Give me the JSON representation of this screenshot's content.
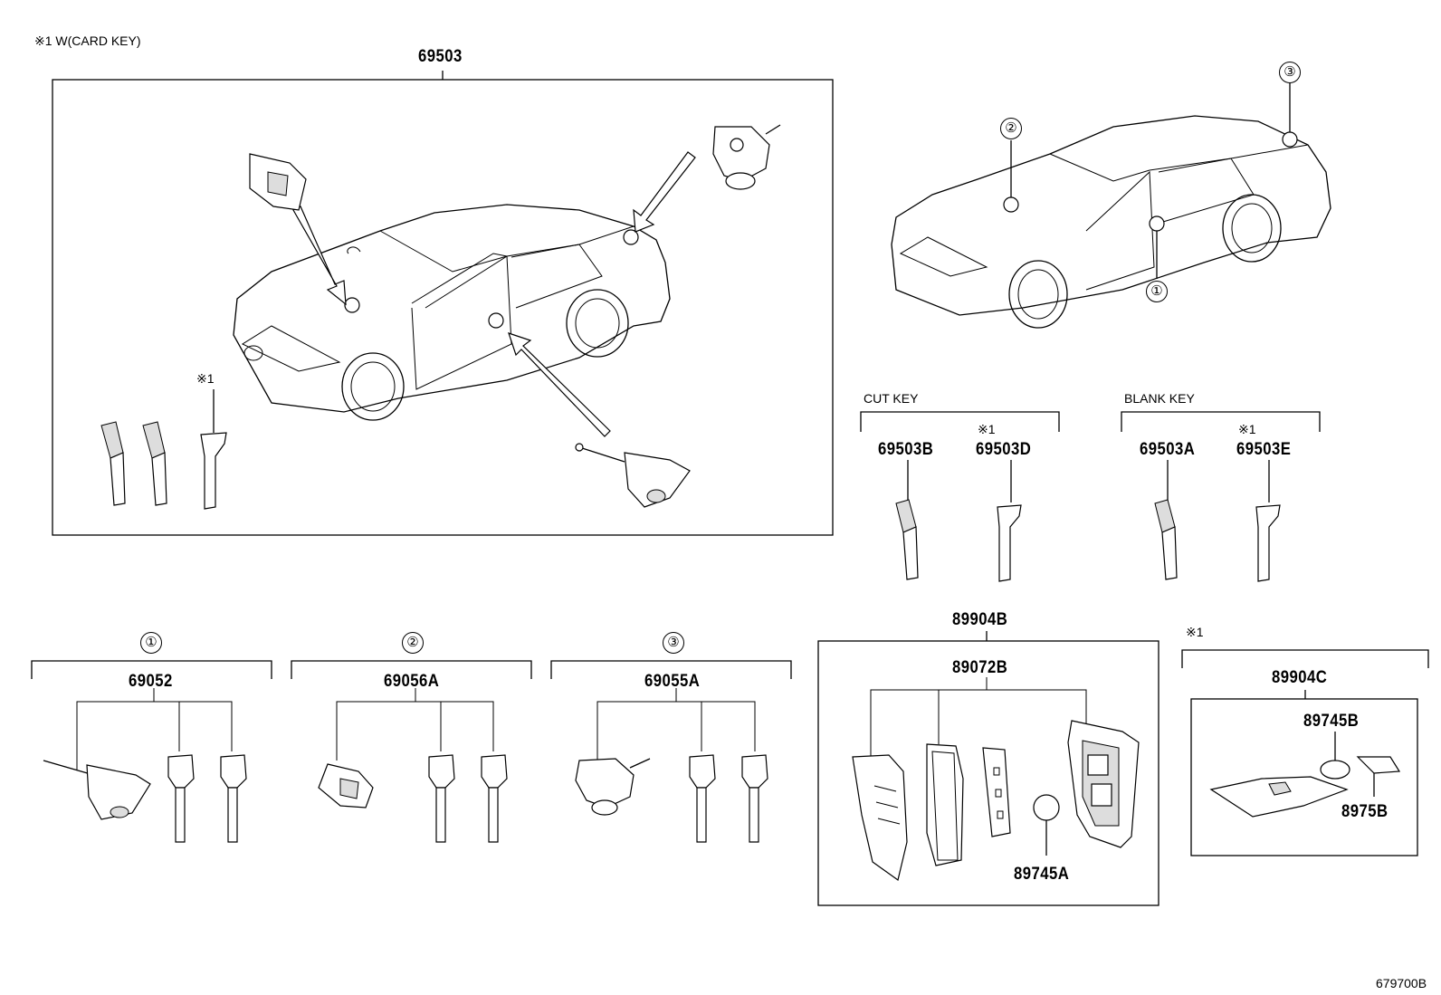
{
  "diagram": {
    "legend_note": "※1  W(CARD KEY)",
    "footer_code": "679700B",
    "main_group": {
      "part_no": "69503",
      "note_mark": "※1"
    },
    "car_callouts": [
      "②",
      "③",
      "①"
    ],
    "cut_key": {
      "heading": "CUT KEY",
      "parts": [
        "69503B",
        "69503D"
      ],
      "note_mark": "※1"
    },
    "blank_key": {
      "heading": "BLANK KEY",
      "parts": [
        "69503A",
        "69503E"
      ],
      "note_mark": "※1"
    },
    "lock_sets": [
      {
        "callout": "①",
        "part_no": "69052"
      },
      {
        "callout": "②",
        "part_no": "69056A"
      },
      {
        "callout": "③",
        "part_no": "69055A"
      }
    ],
    "smart_key": {
      "part_no": "89904B",
      "case_part": "89072B",
      "battery_part": "89745A"
    },
    "card_key": {
      "note_mark": "※1",
      "part_no": "89904C",
      "battery_part": "89745B",
      "cover_part": "8975B"
    }
  }
}
